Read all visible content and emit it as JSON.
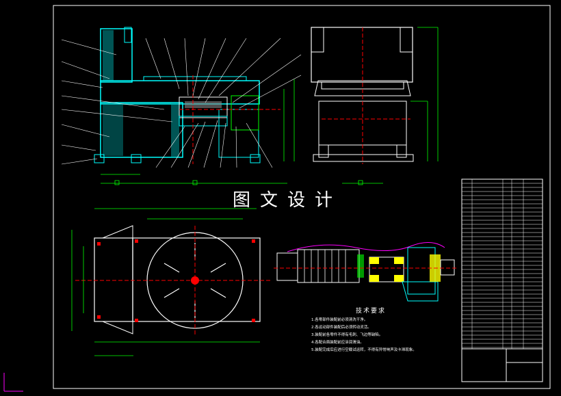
{
  "drawing": {
    "watermark": "图文设计",
    "notes_title": "技术要求",
    "notes": [
      "1.各零部件装配前必须清洗干净。",
      "2.各运动部件装配后必须转动灵活。",
      "3.装配前各零件不得有毛刺、飞边等缺陷。",
      "4.各配合面装配前应涂润滑油。",
      "5.装配完成后应进行空载试运转，不得有异常响声及卡滞现象。"
    ],
    "colors": {
      "background": "#000000",
      "outline": "#ffffff",
      "part": "#00ffff",
      "dimension": "#00ff00",
      "centerline": "#ff0000",
      "highlight": "#ffff00",
      "hatch": "#ff00ff"
    }
  }
}
